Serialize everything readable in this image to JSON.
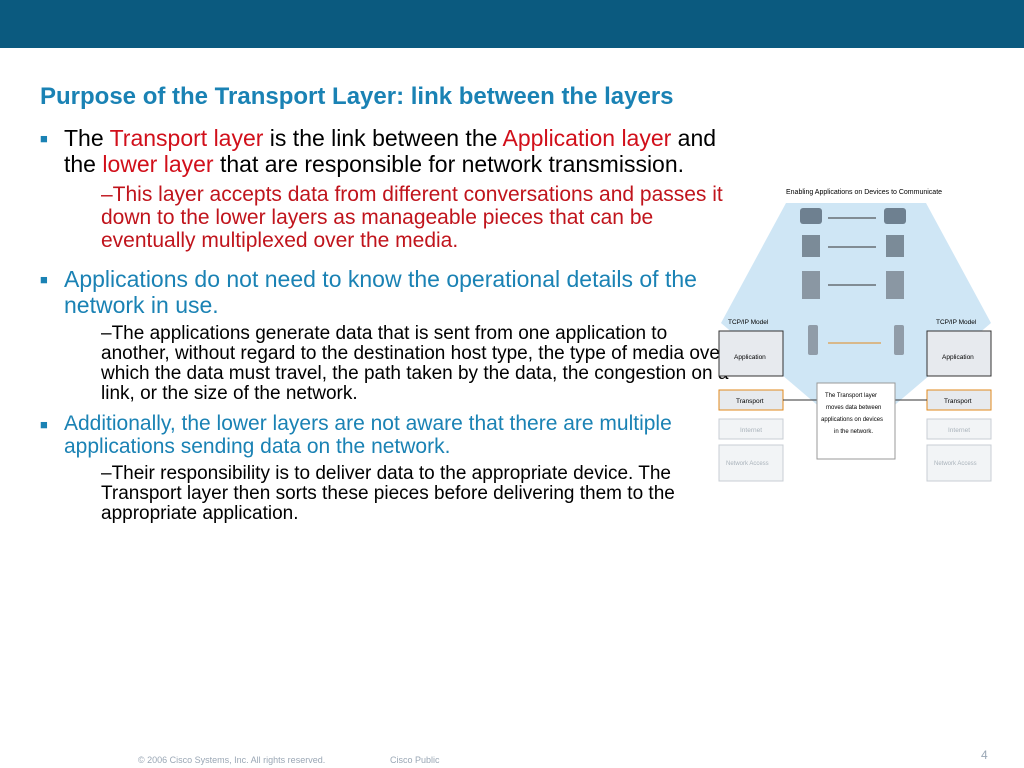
{
  "slide": {
    "title": "Purpose of the Transport Layer: link between the layers",
    "page_number": "4"
  },
  "bullets": {
    "b1_t1": "The ",
    "b1_t2": "Transport layer",
    "b1_t3": " is the link between the ",
    "b1_t4": "Application layer",
    "b1_t5": " and the ",
    "b1_t6": "lower layer",
    "b1_t7": " that are responsible for network transmission.",
    "b1_sub": "–This layer accepts data from different conversations and passes it down to the lower layers as manageable pieces that can be eventually multiplexed over the media.",
    "b2": "Applications do not need to know the operational details of the network in use.",
    "b2_sub": "–The applications generate data that is sent from one application to another, without regard to the destination host type, the type of media over which the data must travel, the path taken by the data, the congestion on a link, or the size of the network.",
    "b3": "Additionally, the lower layers are not aware that there are multiple applications sending data on the network.",
    "b3_sub": "–Their responsibility is to deliver data to the appropriate device. The Transport layer then sorts these pieces before delivering them to the appropriate application."
  },
  "diagram": {
    "title": "Enabling Applications on Devices  to Communicate",
    "left_model_label": "TCP/IP Model",
    "right_model_label": "TCP/IP Model",
    "layers": [
      "Application",
      "Transport",
      "Internet",
      "Network Access"
    ],
    "note": [
      "The Transport layer",
      "moves data between",
      "applications on devices",
      "in the network."
    ]
  },
  "footer": {
    "copyright": "© 2006 Cisco Systems, Inc. All rights reserved.",
    "classification": "Cisco Public"
  }
}
